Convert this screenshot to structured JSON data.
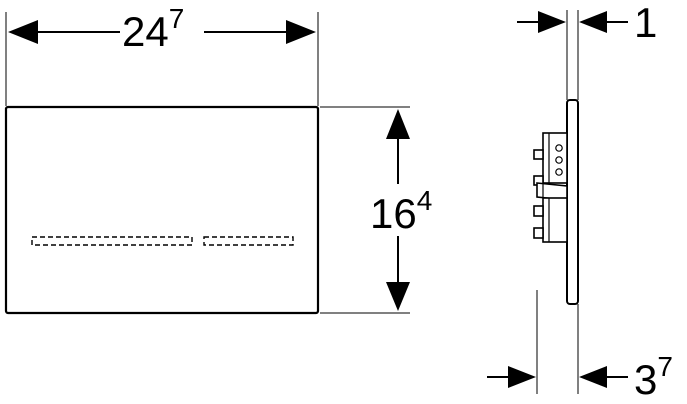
{
  "dimensions": {
    "width": {
      "main": "24",
      "sup": "7"
    },
    "height": {
      "main": "16",
      "sup": "4"
    },
    "thickness": {
      "main": "1"
    },
    "depth": {
      "main": "3",
      "sup": "7"
    }
  },
  "colors": {
    "line": "#000000",
    "background": "#ffffff"
  }
}
